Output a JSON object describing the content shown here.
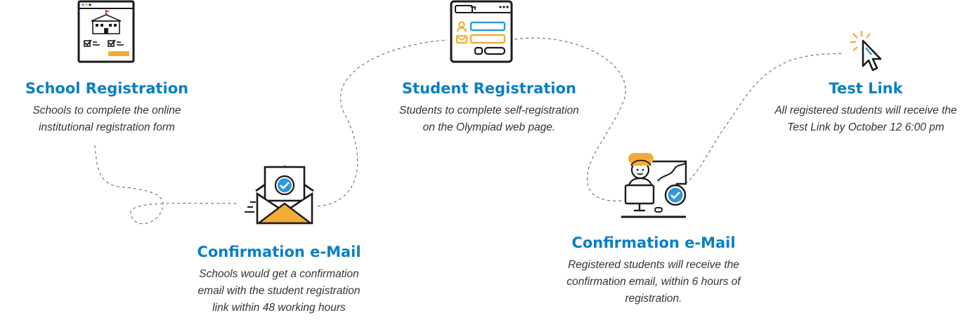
{
  "colors": {
    "accent_blue": "#0a7fc4",
    "icon_orange": "#f4ac38",
    "icon_blue": "#2f9ad8",
    "line": "#1a1a1a",
    "dashes": "#777777"
  },
  "steps": [
    {
      "title": "School Registration",
      "lines": [
        "Schools to complete the online",
        "institutional registration form"
      ],
      "icon": "school-registration-form-icon"
    },
    {
      "title": "Confirmation e-Mail",
      "lines": [
        "Schools would get a confirmation",
        "email with the student registration",
        "link within 48 working hours"
      ],
      "icon": "envelope-check-icon"
    },
    {
      "title": "Student Registration",
      "lines": [
        "Students to complete self-registration",
        "on the Olympiad web page."
      ],
      "icon": "browser-form-icon"
    },
    {
      "title": "Confirmation e-Mail",
      "lines": [
        "Registered students will receive the",
        "confirmation email, within 6 hours of",
        "registration."
      ],
      "icon": "student-computer-check-icon"
    },
    {
      "title": "Test Link",
      "lines": [
        "All registered students will receive the",
        "Test Link by October 12 6:00 pm"
      ],
      "icon": "cursor-click-icon"
    }
  ]
}
